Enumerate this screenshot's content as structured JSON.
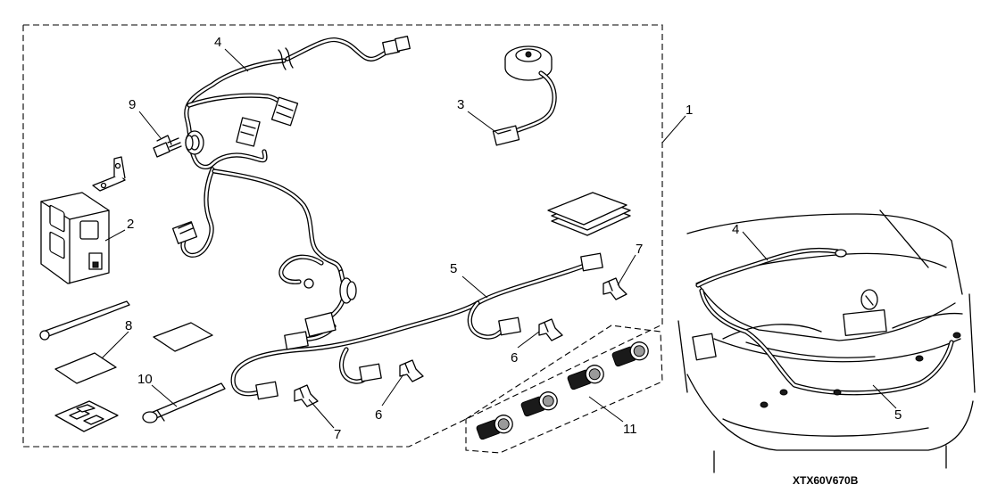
{
  "callouts": {
    "c1": "1",
    "c2": "2",
    "c3": "3",
    "c4": "4",
    "c4b": "4",
    "c5": "5",
    "c5b": "5",
    "c6": "6",
    "c6b": "6",
    "c7": "7",
    "c7b": "7",
    "c8": "8",
    "c9": "9",
    "c10": "10",
    "c11": "11"
  },
  "figure_code": "XTX60V670B"
}
